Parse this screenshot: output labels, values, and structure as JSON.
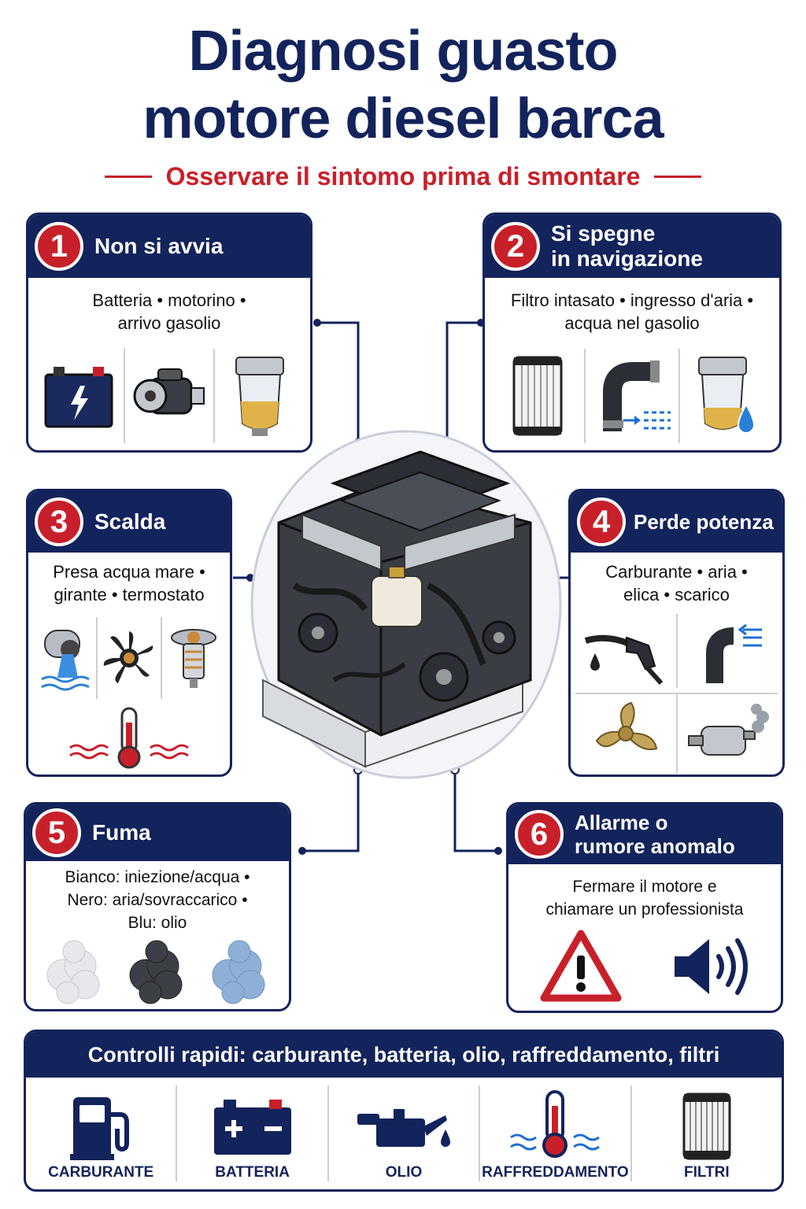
{
  "title_line1": "Diagnosi guasto",
  "title_line2": "motore diesel barca",
  "subtitle": "Osservare il sintomo prima di smontare",
  "cards": [
    {
      "number": "1",
      "title": "Non si avvia",
      "desc_line1": "Batteria • motorino •",
      "desc_line2": "arrivo gasolio",
      "icons": [
        "battery-icon",
        "starter-motor-icon",
        "fuel-filter-bowl-icon"
      ]
    },
    {
      "number": "2",
      "title_line1": "Si spegne",
      "title_line2": "in navigazione",
      "desc_line1": "Filtro intasato • ingresso d'aria •",
      "desc_line2": "acqua nel gasolio",
      "icons": [
        "fuel-filter-cartridge-icon",
        "air-intake-hose-icon",
        "water-in-fuel-bowl-icon"
      ]
    },
    {
      "number": "3",
      "title": "Scalda",
      "desc_line1": "Presa acqua mare •",
      "desc_line2": "girante • termostato",
      "icons": [
        "sea-water-intake-icon",
        "impeller-icon",
        "thermostat-icon",
        "overheat-thermometer-icon"
      ]
    },
    {
      "number": "4",
      "title": "Perde potenza",
      "desc_line1": "Carburante • aria •",
      "desc_line2": "elica • scarico",
      "icons": [
        "fuel-nozzle-icon",
        "air-hose-icon",
        "propeller-icon",
        "exhaust-muffler-icon"
      ]
    },
    {
      "number": "5",
      "title": "Fuma",
      "desc_line1": "Bianco: iniezione/acqua •",
      "desc_line2": "Nero: aria/sovraccarico •",
      "desc_line3": "Blu: olio",
      "icons": [
        "white-smoke-icon",
        "black-smoke-icon",
        "blue-smoke-icon"
      ]
    },
    {
      "number": "6",
      "title_line1": "Allarme o",
      "title_line2": "rumore anomalo",
      "desc_line1": "Fermare il motore e",
      "desc_line2": "chiamare un professionista",
      "icons": [
        "warning-triangle-icon",
        "speaker-icon"
      ]
    }
  ],
  "quick_checks": {
    "title": "Controlli rapidi: carburante, batteria, olio, raffreddamento, filtri",
    "items": [
      {
        "label": "CARBURANTE",
        "icon": "fuel-pump-icon"
      },
      {
        "label": "BATTERIA",
        "icon": "battery-icon"
      },
      {
        "label": "OLIO",
        "icon": "oil-can-icon"
      },
      {
        "label": "RAFFREDDAMENTO",
        "icon": "thermometer-icon"
      },
      {
        "label": "FILTRI",
        "icon": "filter-icon"
      }
    ]
  },
  "colors": {
    "navy": "#13235b",
    "red": "#c8202a",
    "divider": "#c9ced8"
  }
}
